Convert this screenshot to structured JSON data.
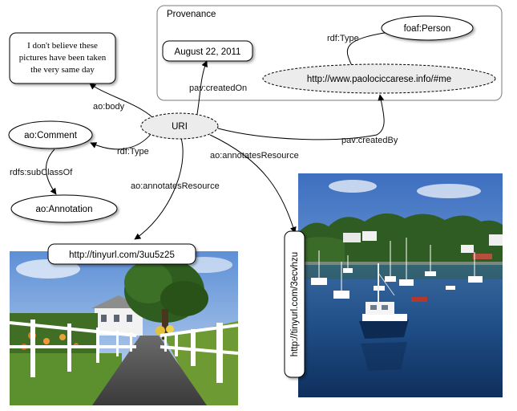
{
  "provenance": {
    "title": "Provenance",
    "date": "August 22, 2011",
    "person_class": "foaf:Person",
    "creator_uri": "http://www.paolociccarese.info/#me"
  },
  "comment": {
    "body_lines": [
      "I don't believe these",
      "pictures have been taken",
      "the very same day"
    ]
  },
  "nodes": {
    "uri": "URI",
    "ao_comment": "ao:Comment",
    "ao_annotation": "ao:Annotation",
    "resource1": "http://tinyurl.com/3uu5z25",
    "resource2": "http://tinyurl.com/3ecvhzu"
  },
  "edges": {
    "body": "ao:body",
    "created_on": "pav:createdOn",
    "rdf_type_person": "rdf:Type",
    "created_by": "pav:createdBy",
    "rdf_type_comment": "rdf:Type",
    "subclass_of": "rdfs:subClassOf",
    "annotates_1": "ao:annotatesResource",
    "annotates_2": "ao:annotatesResource"
  },
  "colors": {
    "line": "#000000",
    "node_fill": "#ffffff",
    "uri_fill": "#ececec",
    "box_border": "#7a7a7a"
  }
}
